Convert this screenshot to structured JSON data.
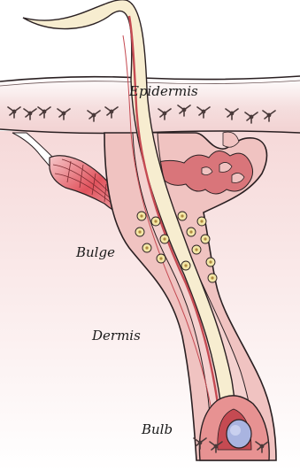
{
  "labels": {
    "epidermis": "Epidermis",
    "bulge": "Bulge",
    "dermis": "Dermis",
    "bulb": "Bulb"
  },
  "colors": {
    "skin_pink": "#ecbcbc",
    "follicle_pink": "#f0c3c1",
    "sebaceous": "#d9757a",
    "muscle_red": "#e0505a",
    "hair_shaft": "#f7edd0",
    "hair_core": "#c54a52",
    "cell_yellow": "#f3e6a6",
    "papilla_blue": "#a9b4e0",
    "outline": "#2a2022",
    "melanocyte": "#4a3a3a"
  },
  "icons": {
    "melanocyte": "melanocyte-icon",
    "stem_cell": "stem-cell-icon"
  }
}
